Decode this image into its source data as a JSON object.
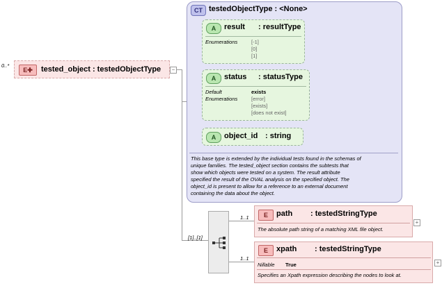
{
  "root": {
    "multiplicity": "0..*",
    "badge": "E",
    "name": "tested_object : testedObjectType"
  },
  "complex_type": {
    "badge": "CT",
    "title": "testedObjectType : <None>",
    "attributes": [
      {
        "badge": "A",
        "name": "result",
        "type": ": resultType",
        "props": [
          {
            "key": "Enumerations",
            "values": [
              "[-1]",
              "[0]",
              "[1]"
            ]
          }
        ]
      },
      {
        "badge": "A",
        "name": "status",
        "type": ": statusType",
        "props": [
          {
            "key": "Default",
            "values": [
              "exists"
            ]
          },
          {
            "key": "Enumerations",
            "values": [
              "[error]",
              "[exists]",
              "[does not exist]"
            ]
          }
        ]
      },
      {
        "badge": "A",
        "name": "object_id",
        "type": ": string",
        "props": []
      }
    ],
    "documentation": [
      "This base type is extended by the individual tests found in the schemas of",
      "unique families.  The tested_object section contains the subtests that",
      "show which objects were tested on a system. The result attribute",
      "specified the result of the OVAL analysis on the specified object. The",
      "object_id is present to allow for a reference to an external document",
      "containing the data about the object."
    ]
  },
  "sequence": {
    "multiplicity": "[1]..[1]"
  },
  "children": [
    {
      "multiplicity": "1..1",
      "badge": "E",
      "name": "path",
      "type": ": testedStringType",
      "nillable_key": "",
      "nillable_value": "",
      "documentation": "The absolute path string of a matching XML file object."
    },
    {
      "multiplicity": "1..1",
      "badge": "E",
      "name": "xpath",
      "type": ": testedStringType",
      "nillable_key": "Nillable",
      "nillable_value": "True",
      "documentation": "Specifies an Xpath expression describing the nodes to look at."
    }
  ],
  "colors": {
    "complex_type_bg": "#e4e4f6",
    "attribute_bg": "#e6f6df",
    "element_bg": "#fbe6e6"
  }
}
